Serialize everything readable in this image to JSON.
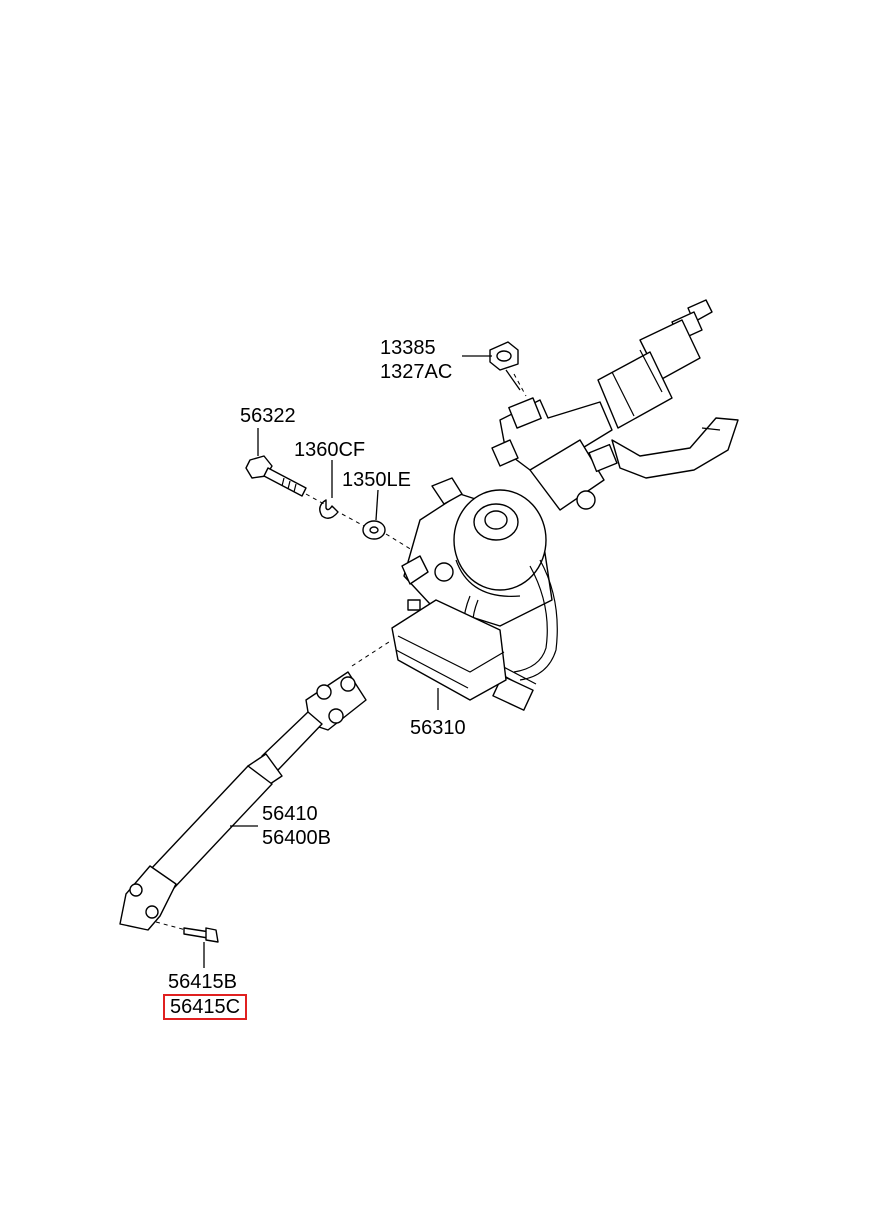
{
  "labels": {
    "p13385": "13385",
    "p1327AC": "1327AC",
    "p56322": "56322",
    "p1360CF": "1360CF",
    "p1350LE": "1350LE",
    "p56310": "56310",
    "p56410": "56410",
    "p56400B": "56400B",
    "p56415B": "56415B",
    "p56415C": "56415C"
  },
  "highlight": {
    "part": "56415C",
    "color": "#e02020"
  }
}
